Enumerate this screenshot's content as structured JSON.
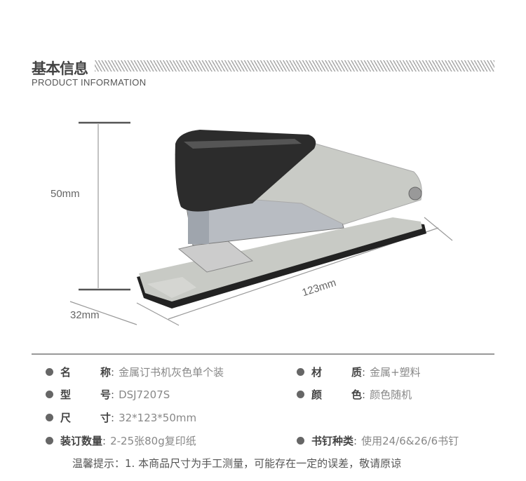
{
  "header": {
    "title": "基本信息",
    "subtitle": "PRODUCT  INFORMATION"
  },
  "dimensions": {
    "height": "50mm",
    "depth": "32mm",
    "length": "123mm"
  },
  "specs": {
    "left": [
      {
        "label_a": "名",
        "label_b": "称",
        "value": "金属订书机灰色单个装"
      },
      {
        "label_a": "型",
        "label_b": "号",
        "value": "DSJ7207S"
      },
      {
        "label_a": "尺",
        "label_b": "寸",
        "value": "32*123*50mm"
      },
      {
        "label": "装订数量",
        "value": "2-25张80g复印纸"
      }
    ],
    "right": [
      {
        "label_a": "材",
        "label_b": "质",
        "value": "金属+塑料"
      },
      {
        "label_a": "颜",
        "label_b": "色",
        "value": "颜色随机"
      },
      {
        "label": "书钉种类",
        "value": "使用24/6&26/6书钉"
      }
    ],
    "colon": ":"
  },
  "note": "温馨提示：1. 本商品尺寸为手工测量，可能存在一定的误差，敬请原谅"
}
